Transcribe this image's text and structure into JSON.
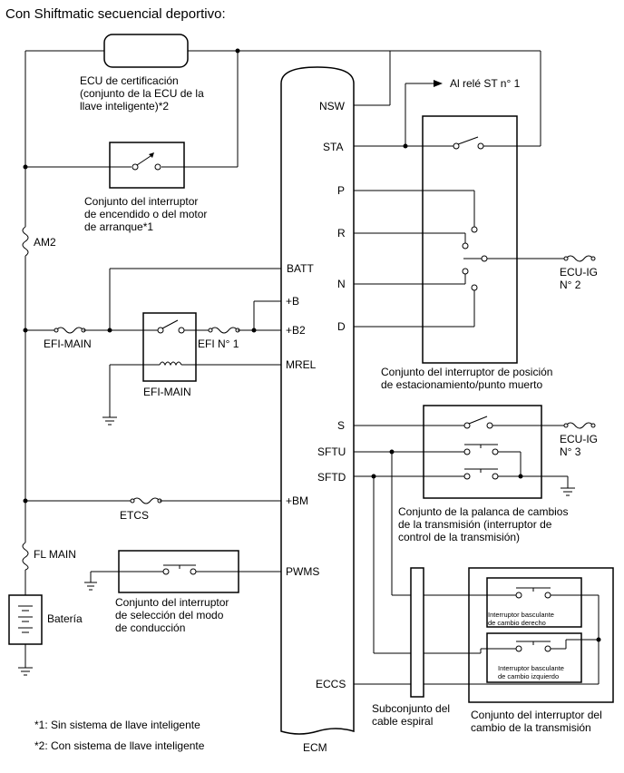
{
  "title": "Con Shiftmatic secuencial deportivo:",
  "ecm_label": "ECM",
  "ecm_pins": {
    "nsw": "NSW",
    "sta": "STA",
    "p": "P",
    "r": "R",
    "n": "N",
    "d": "D",
    "batt": "BATT",
    "b": "+B",
    "b2": "+B2",
    "mrel": "MREL",
    "s": "S",
    "sftu": "SFTU",
    "sftd": "SFTD",
    "bm": "+BM",
    "pwms": "PWMS",
    "eccs": "ECCS"
  },
  "components": {
    "ecu_cert": [
      "ECU de certificación",
      "(conjunto de la ECU de la",
      "llave inteligente)*2"
    ],
    "ignition_switch": [
      "Conjunto del interruptor",
      "de encendido o del motor",
      "de arranque*1"
    ],
    "am2": "AM2",
    "efi_main_fuse": "EFI-MAIN",
    "efi_no1": "EFI N° 1",
    "efi_main_relay": "EFI-MAIN",
    "etcs": "ETCS",
    "fl_main": "FL MAIN",
    "battery": "Batería",
    "drive_mode": [
      "Conjunto del interruptor",
      "de selección del modo",
      "de conducción"
    ],
    "st_relay": "Al relé ST n° 1",
    "park_neutral": [
      "Conjunto del interruptor de posición",
      "de estacionamiento/punto muerto"
    ],
    "ecu_ig_2": [
      "ECU-IG",
      "N° 2"
    ],
    "ecu_ig_3": [
      "ECU-IG",
      "N° 3"
    ],
    "shift_lever": [
      "Conjunto de la palanca de cambios",
      "de la transmisión (interruptor de",
      "control de la transmisión)"
    ],
    "paddle_right": [
      "Interruptor basculante",
      "de cambio derecho"
    ],
    "paddle_left": [
      "Interruptor basculante",
      "de cambio izquierdo"
    ],
    "spiral_cable": [
      "Subconjunto del",
      "cable espiral"
    ],
    "paddle_assy": [
      "Conjunto del interruptor del",
      "cambio de la transmisión"
    ]
  },
  "footnotes": [
    "*1: Sin sistema de llave inteligente",
    "*2: Con sistema de llave inteligente"
  ]
}
